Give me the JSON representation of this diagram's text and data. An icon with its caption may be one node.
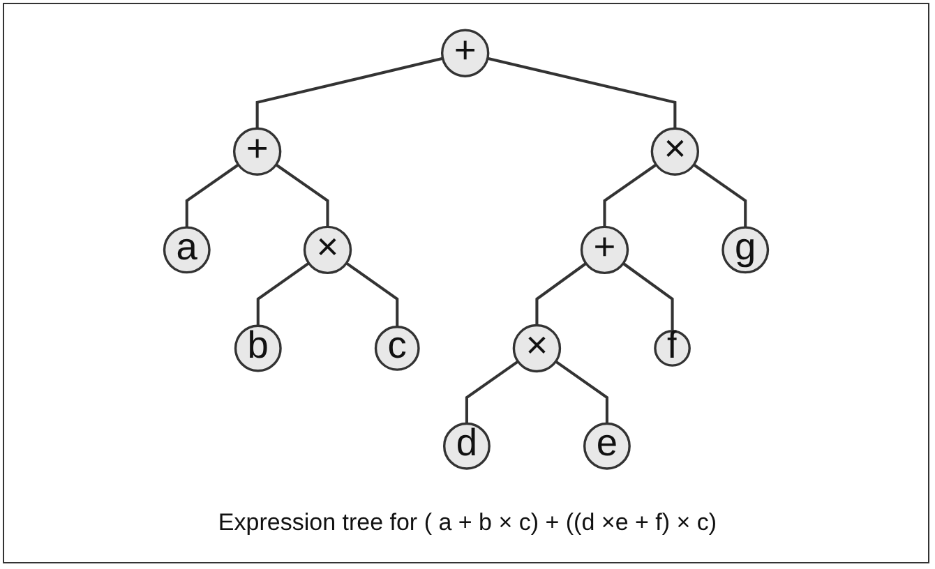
{
  "diagram": {
    "caption": "Expression tree for ( a + b × c) + ((d ×e + f) × c)",
    "nodes": [
      {
        "text": [
          "+"
        ]
      },
      {
        "text": [
          "+"
        ]
      },
      {
        "text": [
          "×"
        ]
      },
      {
        "text": [
          "a"
        ]
      },
      {
        "text": [
          "×"
        ]
      },
      {
        "text": [
          "+"
        ]
      },
      {
        "text": [
          "g"
        ]
      },
      {
        "text": [
          "b"
        ]
      },
      {
        "text": [
          "c"
        ]
      },
      {
        "text": [
          "×"
        ]
      },
      {
        "text": [
          "f"
        ]
      },
      {
        "text": [
          "d"
        ]
      },
      {
        "text": [
          "e"
        ]
      }
    ],
    "edges": [
      {
        "from": 0,
        "to": 1,
        "arrow": "none"
      },
      {
        "from": 0,
        "to": 2,
        "arrow": "none"
      },
      {
        "from": 1,
        "to": 3,
        "arrow": "none"
      },
      {
        "from": 1,
        "to": 4,
        "arrow": "none"
      },
      {
        "from": 2,
        "to": 5,
        "arrow": "none"
      },
      {
        "from": 2,
        "to": 6,
        "arrow": "none"
      },
      {
        "from": 4,
        "to": 7,
        "arrow": "none"
      },
      {
        "from": 4,
        "to": 8,
        "arrow": "none"
      },
      {
        "from": 5,
        "to": 9,
        "arrow": "none"
      },
      {
        "from": 5,
        "to": 10,
        "arrow": "none"
      },
      {
        "from": 9,
        "to": 11,
        "arrow": "none"
      },
      {
        "from": 9,
        "to": 12,
        "arrow": "none"
      }
    ]
  }
}
